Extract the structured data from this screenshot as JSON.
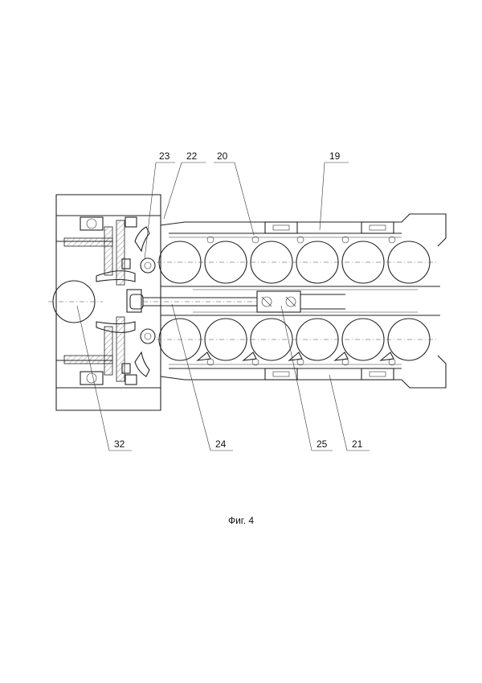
{
  "labels": {
    "l23": "23",
    "l22": "22",
    "l20": "20",
    "l19": "19",
    "l32": "32",
    "l24": "24",
    "l25": "25",
    "l21": "21"
  },
  "caption": "Фиг. 4"
}
